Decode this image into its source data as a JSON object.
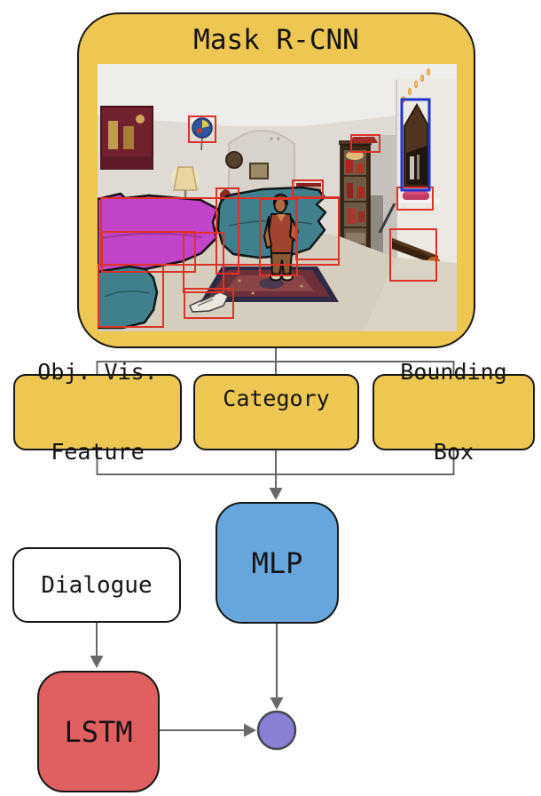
{
  "diagram": {
    "title_node": {
      "label": "Mask R-CNN"
    },
    "output_nodes": [
      {
        "id": "obj-vis-feature",
        "lines": [
          "Obj. Vis.",
          "Feature"
        ]
      },
      {
        "id": "category",
        "lines": [
          "Category"
        ]
      },
      {
        "id": "bounding-box",
        "lines": [
          "Bounding",
          "Box"
        ]
      }
    ],
    "mlp_node": {
      "label": "MLP"
    },
    "dialogue_node": {
      "label": "Dialogue"
    },
    "lstm_node": {
      "label": "LSTM"
    },
    "fusion_node": {
      "label": ""
    },
    "detection_image": {
      "description_masks": [
        "magenta-couch",
        "teal-couch",
        "teal-armchair",
        "person"
      ],
      "red_box_count": 13,
      "blue_box_count": 1
    },
    "colors": {
      "node_yellow": "#EDC751",
      "node_blue": "#67A5DD",
      "node_red": "#E05F60",
      "node_white": "#FFFFFF",
      "fusion_purple": "#8980D6",
      "fusion_border": "#47474F",
      "connector_gray": "#686868",
      "bbox_red": "#DD3227",
      "bbox_blue": "#1F35D0",
      "mask_magenta": "#C244C8",
      "mask_teal": "#3F808C"
    }
  }
}
